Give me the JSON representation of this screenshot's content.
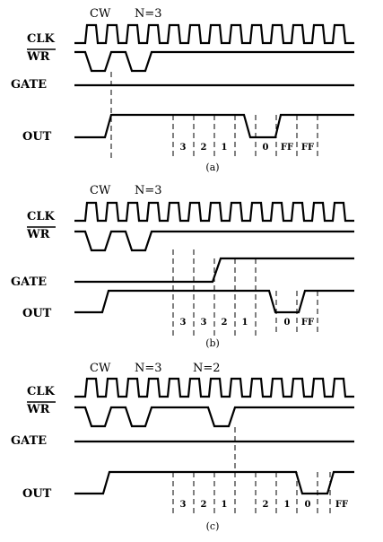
{
  "signals": {
    "clk": "CLK",
    "wr": "WR",
    "gate": "GATE",
    "out": "OUT"
  },
  "panels": [
    {
      "caption": "(a)",
      "annotations": [
        "CW",
        "N=3"
      ],
      "counts": [
        "3",
        "2",
        "1",
        "0",
        "FF",
        "FF"
      ]
    },
    {
      "caption": "(b)",
      "annotations": [
        "CW",
        "N=3"
      ],
      "counts": [
        "3",
        "3",
        "2",
        "1",
        "0",
        "FF"
      ]
    },
    {
      "caption": "(c)",
      "annotations": [
        "CW",
        "N=3",
        "N=2"
      ],
      "counts": [
        "3",
        "2",
        "1",
        "2",
        "1",
        "0",
        "FF"
      ]
    }
  ]
}
